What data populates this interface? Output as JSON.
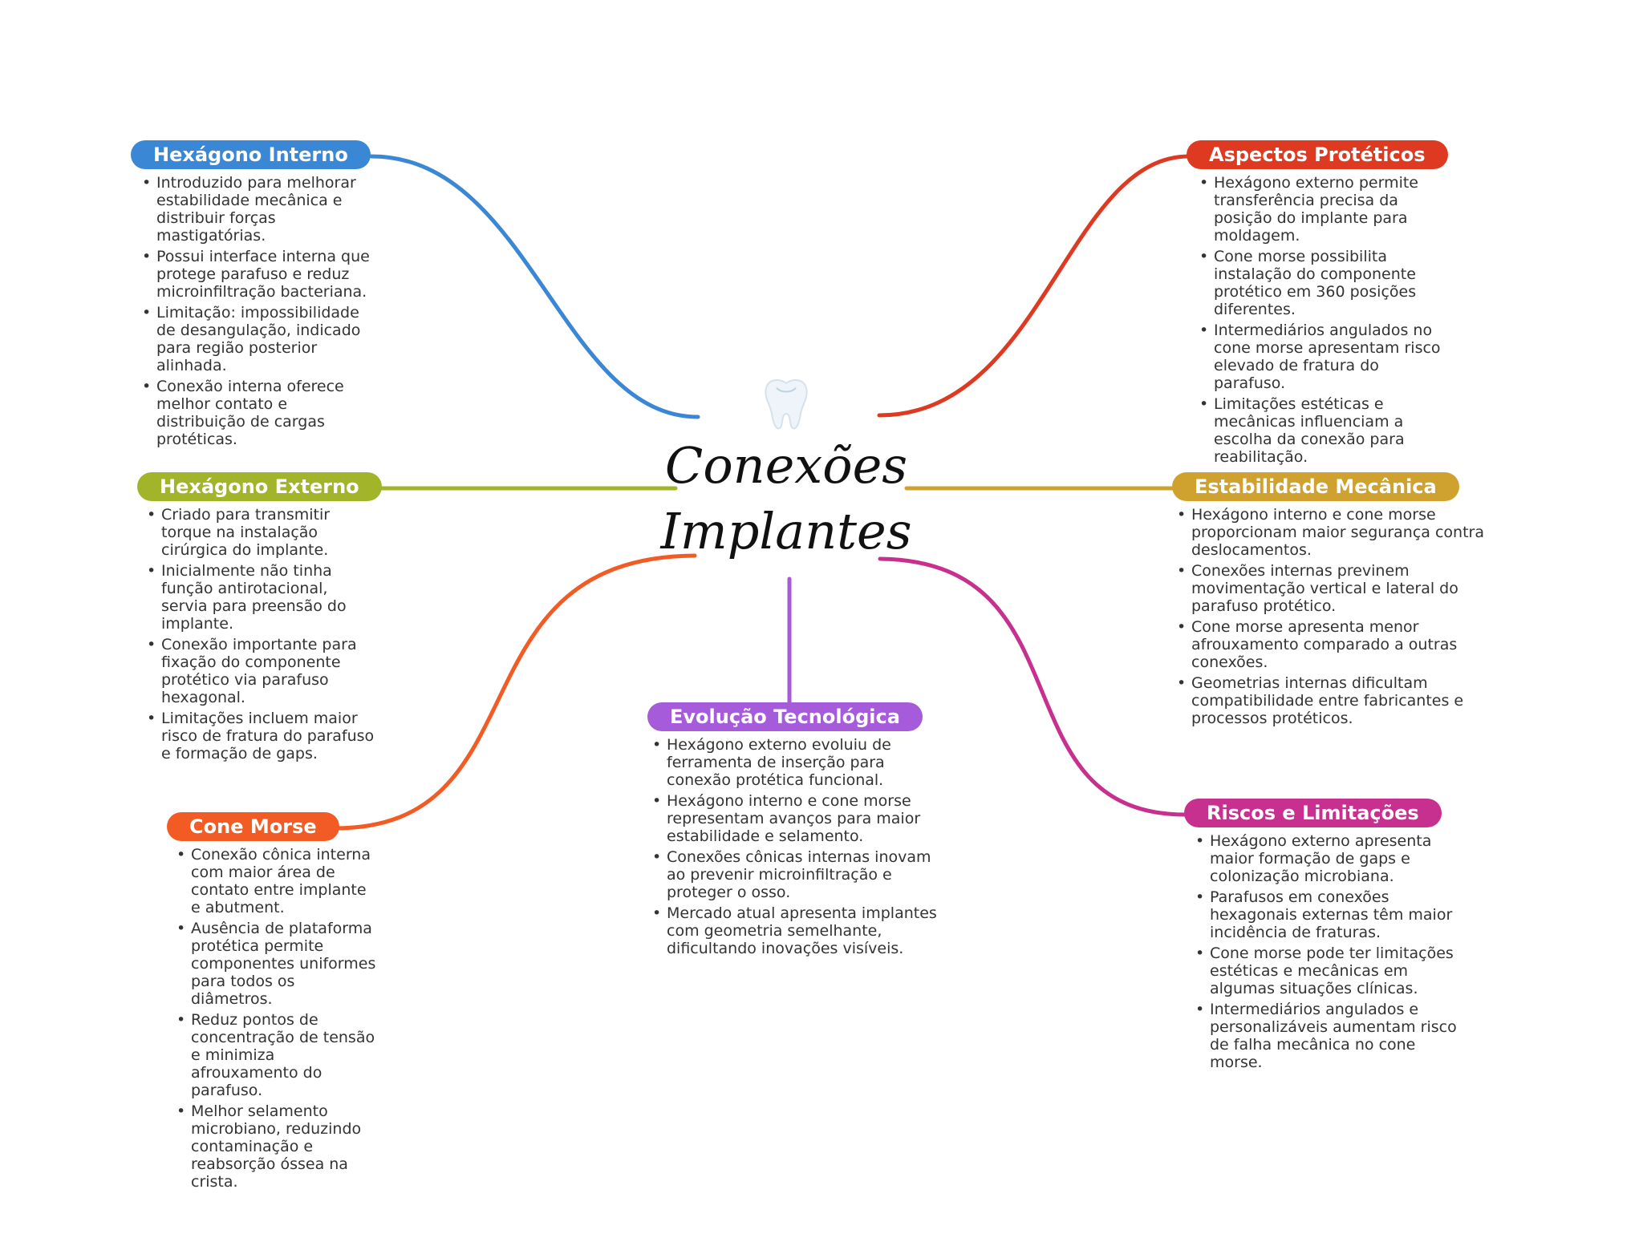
{
  "title": {
    "line1": "Conexões",
    "line2": "Implantes"
  },
  "center_icon": "tooth-icon",
  "branches": {
    "hexagono_interno": {
      "label": "Hexágono Interno",
      "color": "#3A87D6",
      "items": [
        "Introduzido para melhorar estabilidade mecânica e distribuir forças mastigatórias.",
        "Possui interface interna que protege parafuso e reduz microinfiltração bacteriana.",
        "Limitação: impossibilidade de desangulação, indicado para região posterior alinhada.",
        "Conexão interna oferece melhor contato e distribuição de cargas protéticas."
      ]
    },
    "hexagono_externo": {
      "label": "Hexágono Externo",
      "color": "#A2B52A",
      "items": [
        "Criado para transmitir torque na instalação cirúrgica do implante.",
        "Inicialmente não tinha função antirotacional, servia para preensão do implante.",
        "Conexão importante para fixação do componente protético via parafuso hexagonal.",
        "Limitações incluem maior risco de fratura do parafuso e formação de gaps."
      ]
    },
    "cone_morse": {
      "label": "Cone Morse",
      "color": "#F25C24",
      "items": [
        "Conexão cônica interna com maior área de contato entre implante e abutment.",
        "Ausência de plataforma protética permite componentes uniformes para todos os diâmetros.",
        "Reduz pontos de concentração de tensão e minimiza afrouxamento do parafuso.",
        "Melhor selamento microbiano, reduzindo contaminação e reabsorção óssea na crista."
      ]
    },
    "evolucao_tecnologica": {
      "label": "Evolução Tecnológica",
      "color": "#A65BDB",
      "items": [
        "Hexágono externo evoluiu de ferramenta de inserção para conexão protética funcional.",
        "Hexágono interno e cone morse representam avanços para maior estabilidade e selamento.",
        "Conexões cônicas internas inovam ao prevenir microinfiltração e proteger o osso.",
        "Mercado atual apresenta implantes com geometria semelhante, dificultando inovações visíveis."
      ]
    },
    "aspectos_proteticos": {
      "label": "Aspectos Protéticos",
      "color": "#DE3A22",
      "items": [
        "Hexágono externo permite transferência precisa da posição do implante para moldagem.",
        "Cone morse possibilita instalação do componente protético em 360 posições diferentes.",
        "Intermediários angulados no cone morse apresentam risco elevado de fratura do parafuso.",
        "Limitações estéticas e mecânicas influenciam a escolha da conexão para reabilitação."
      ]
    },
    "estabilidade_mecanica": {
      "label": "Estabilidade Mecânica",
      "color": "#CFA230",
      "items": [
        "Hexágono interno e cone morse proporcionam maior segurança contra deslocamentos.",
        "Conexões internas previnem movimentação vertical e lateral do parafuso protético.",
        "Cone morse apresenta menor afrouxamento comparado a outras conexões.",
        "Geometrias internas dificultam compatibilidade entre fabricantes e processos protéticos."
      ]
    },
    "riscos_limitacoes": {
      "label": "Riscos e Limitações",
      "color": "#C8308F",
      "items": [
        "Hexágono externo apresenta maior formação de gaps e colonização microbiana.",
        "Parafusos em conexões hexagonais externas têm maior incidência de fraturas.",
        "Cone morse pode ter limitações estéticas e mecânicas em algumas situações clínicas.",
        "Intermediários angulados e personalizáveis aumentam risco de falha mecânica no cone morse."
      ]
    }
  }
}
